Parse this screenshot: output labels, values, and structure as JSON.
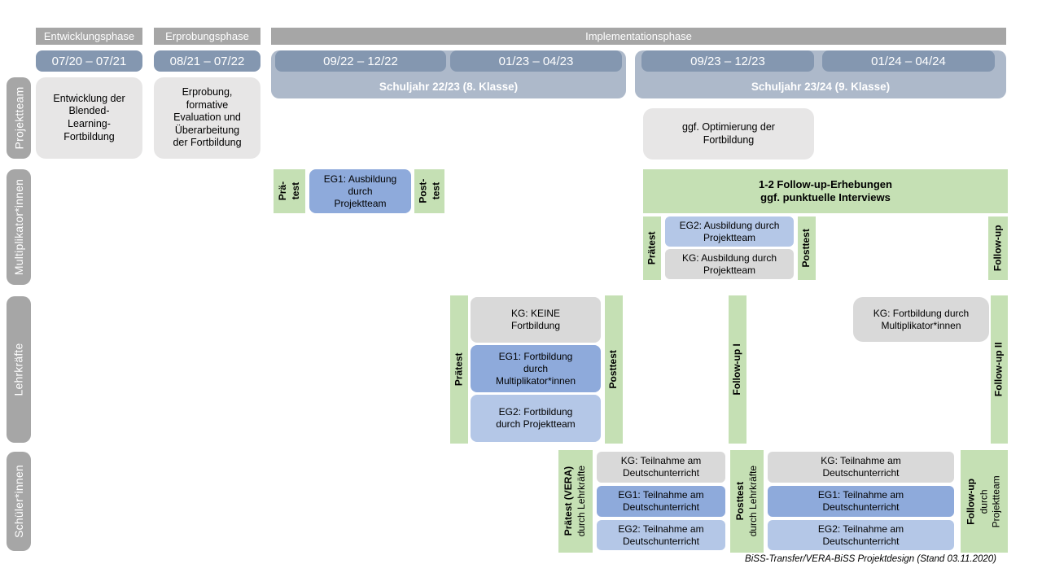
{
  "colors": {
    "phase_header_gray": "#A6A6A6",
    "period_blue": "#8497B0",
    "school_year_blue": "#ADB9CA",
    "row_label_gray": "#A6A6A6",
    "info_box_gray": "#E7E6E6",
    "kg_gray": "#D9D9D9",
    "eg1_blue": "#8EAADB",
    "eg2_blue": "#B4C7E7",
    "test_green": "#C5E0B4"
  },
  "phases": {
    "entwicklung": "Entwicklungsphase",
    "erprobung": "Erprobungsphase",
    "implementation": "Implementationsphase"
  },
  "timeline": {
    "period1": "07/20 – 07/21",
    "period2": "08/21 – 07/22",
    "year1": {
      "label": "Schuljahr 22/23 (8. Klasse)",
      "p1": "09/22 – 12/22",
      "p2": "01/23 – 04/23"
    },
    "year2": {
      "label": "Schuljahr 23/24 (9. Klasse)",
      "p1": "09/23 – 12/23",
      "p2": "01/24 – 04/24"
    }
  },
  "row_labels": {
    "projektteam": "Projektteam",
    "multiplikator": "Multiplikator*innen",
    "lehrkraefte": "Lehrkräfte",
    "schueler": "Schüler*innen"
  },
  "projektteam": {
    "entwicklung": "Entwicklung der\nBlended-\nLearning-\nFortbildung",
    "erprobung": "Erprobung,\nformative\nEvaluation und\nÜberarbeitung\nder Fortbildung",
    "optimierung": "ggf. Optimierung der\nFortbildung"
  },
  "multiplikator": {
    "praetest1_l1": "Prä-",
    "praetest1_l2": "test",
    "eg1": "EG1: Ausbildung\ndurch\nProjektteam",
    "posttest1_l1": "Post-",
    "posttest1_l2": "test",
    "followup_box": "1-2 Follow-up-Erhebungen\nggf. punktuelle Interviews",
    "praetest2": "Prätest",
    "eg2": "EG2: Ausbildung durch\nProjektteam",
    "kg": "KG: Ausbildung durch\nProjektteam",
    "posttest2": "Posttest",
    "followup": "Follow-up"
  },
  "lehrkraefte": {
    "praetest": "Prätest",
    "kg": "KG: KEINE\nFortbildung",
    "eg1": "EG1: Fortbildung\ndurch\nMultiplikator*innen",
    "eg2": "EG2: Fortbildung\ndurch Projektteam",
    "posttest": "Posttest",
    "followup1": "Follow-up I",
    "kg2": "KG: Fortbildung durch\nMultiplikator*innen",
    "followup2": "Follow-up II"
  },
  "schueler": {
    "praetest_main": "Prätest (VERA)",
    "praetest_sub": "durch Lehrkräfte",
    "kg": "KG: Teilnahme am\nDeutschunterricht",
    "eg1": "EG1: Teilnahme am\nDeutschunterricht",
    "eg2": "EG2: Teilnahme am\nDeutschunterricht",
    "posttest_main": "Posttest",
    "posttest_sub": "durch Lehrkräfte",
    "followup_main": "Follow-up",
    "followup_sub1": "durch",
    "followup_sub2": "Projektteam"
  },
  "footer": "BiSS-Transfer/VERA-BiSS Projektdesign (Stand 03.11.2020)"
}
